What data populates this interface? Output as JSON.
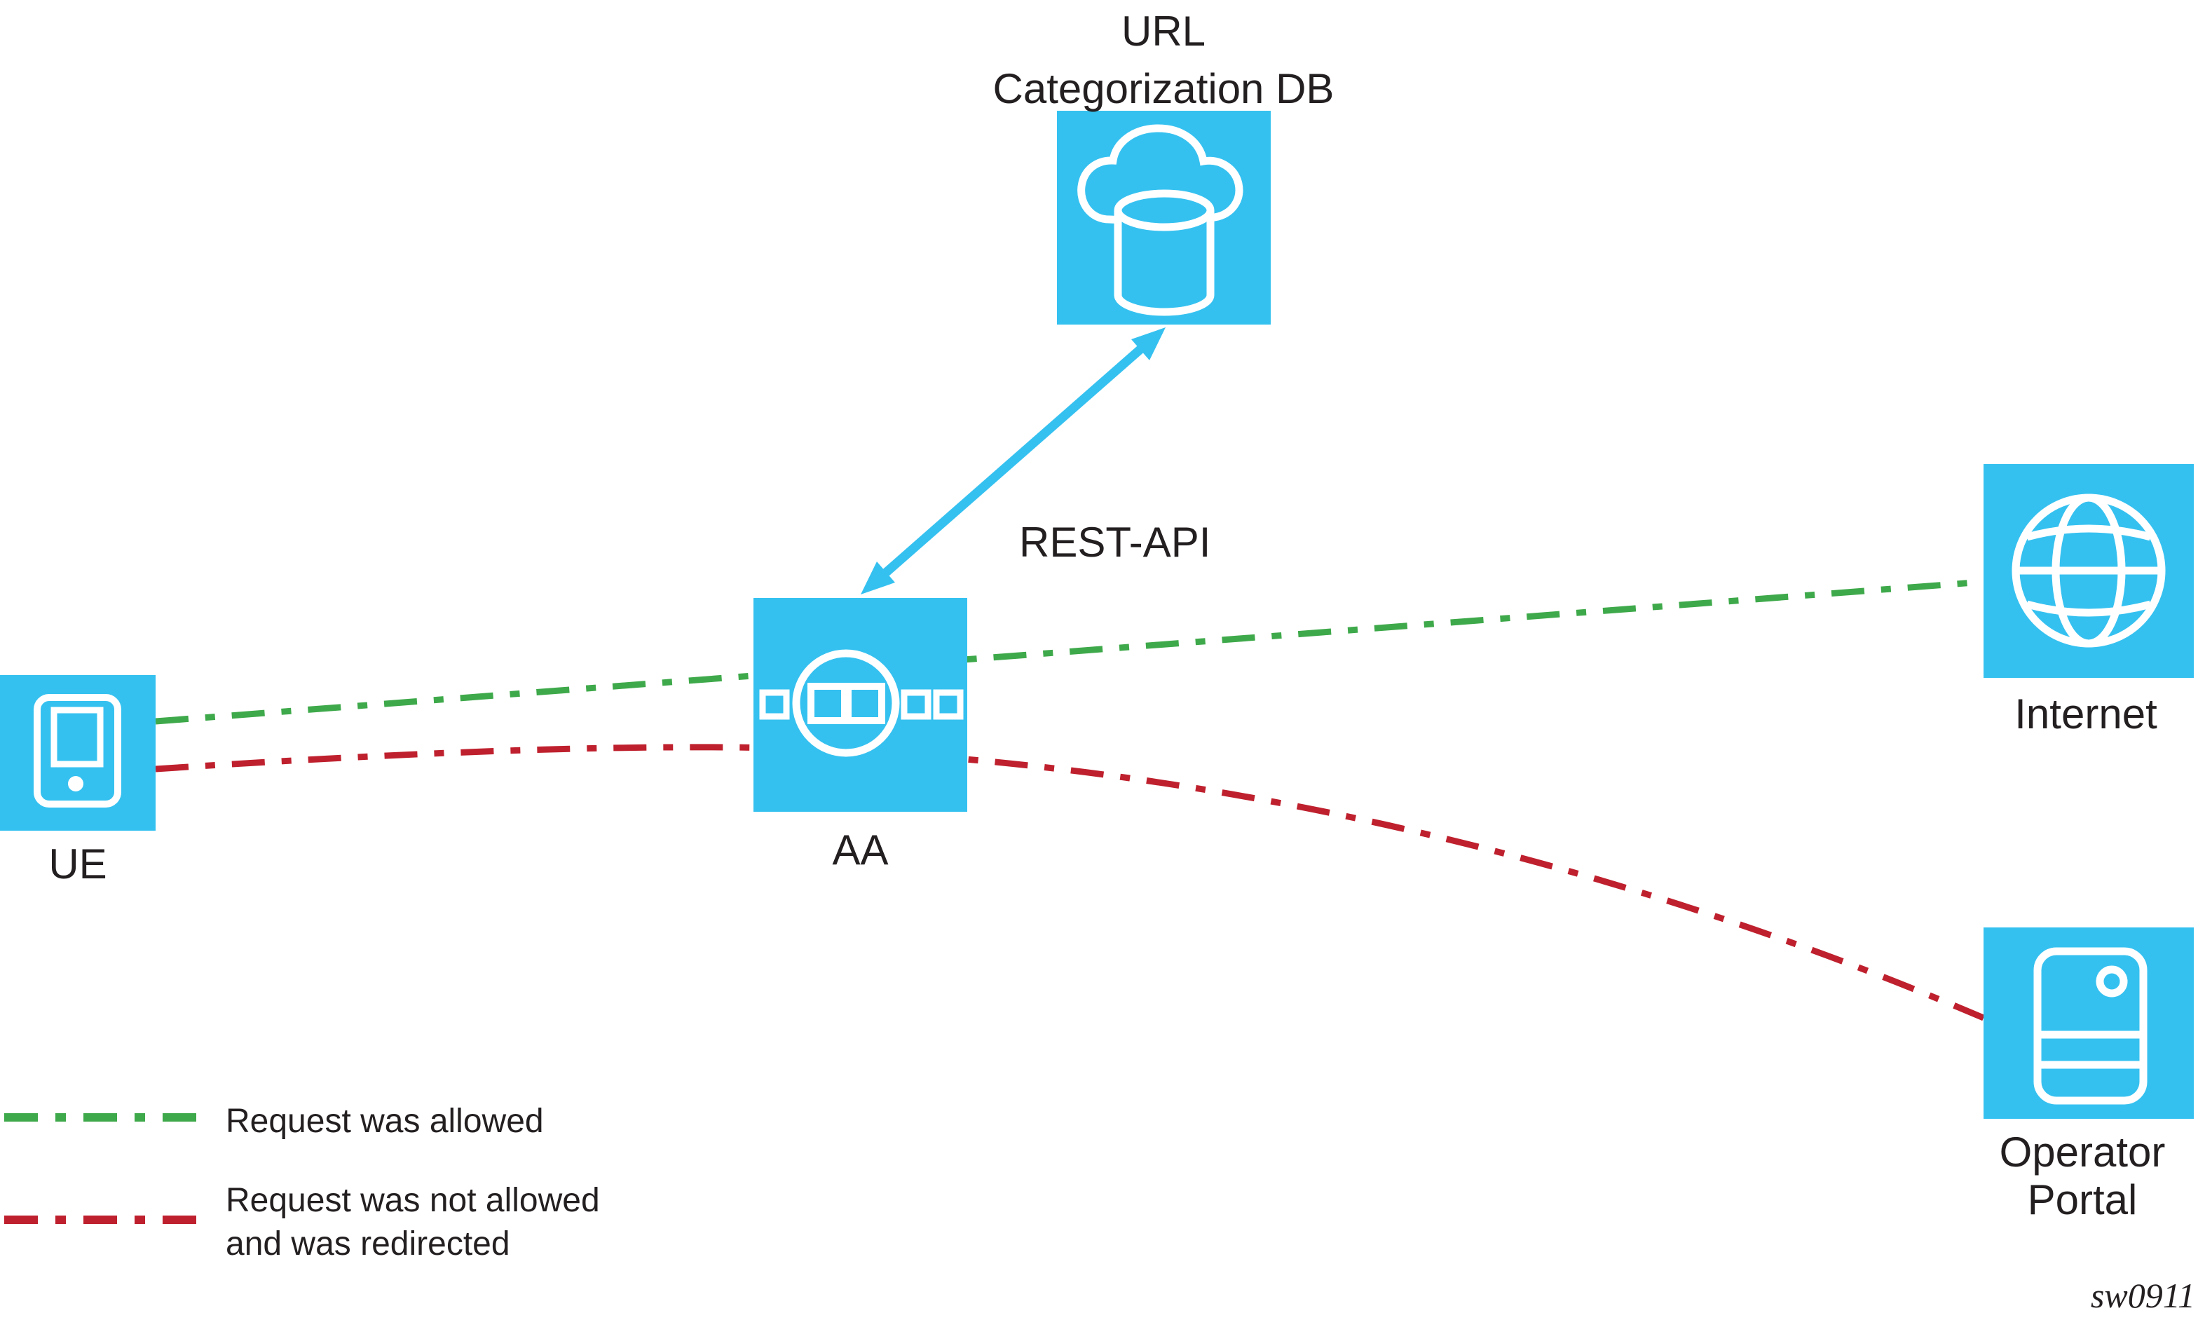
{
  "nodes": {
    "url_db": {
      "line1": "URL",
      "line2": "Categorization DB",
      "icon": "cloud-database-icon"
    },
    "ue": {
      "label": "UE",
      "icon": "tablet-device-icon"
    },
    "aa": {
      "label": "AA",
      "icon": "application-assurance-icon"
    },
    "internet": {
      "label": "Internet",
      "icon": "globe-icon"
    },
    "operator_portal": {
      "line1": "Operator",
      "line2": "Portal",
      "icon": "server-icon"
    }
  },
  "connections": {
    "rest_api_label": "REST-API"
  },
  "legend": {
    "allowed_label": "Request was allowed",
    "redirected_line1": "Request was not allowed",
    "redirected_line2": "and was redirected"
  },
  "watermark": "sw0911",
  "colors": {
    "node_fill": "#35C1F0",
    "allowed_green": "#3EA94A",
    "redirected_red": "#BF202D",
    "text": "#231F20"
  }
}
